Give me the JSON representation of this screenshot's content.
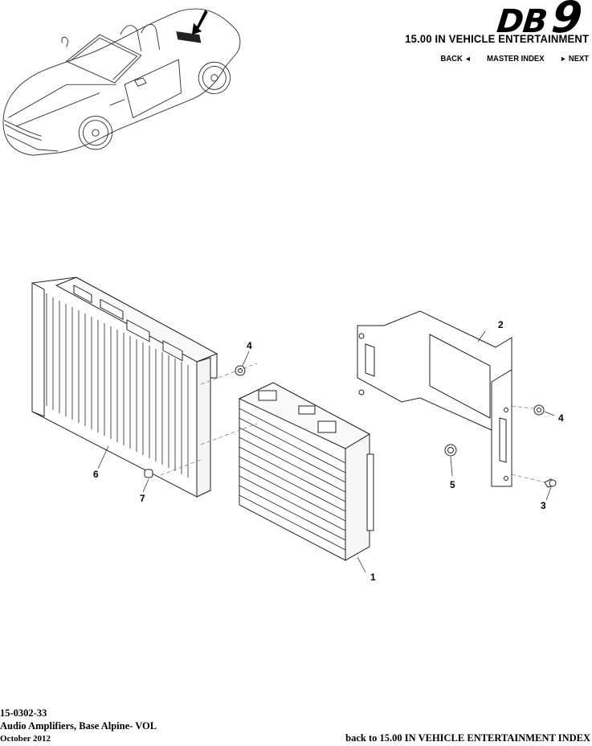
{
  "header": {
    "logo_db": "DB",
    "logo_nine": "9",
    "section_title": "15.00 IN VEHICLE ENTERTAINMENT",
    "nav": {
      "back": "BACK",
      "back_arrow": "◄",
      "master_index": "MASTER INDEX",
      "next_arrow": "►",
      "next": "NEXT"
    }
  },
  "diagram": {
    "locator_image": "car-locator-illustration",
    "callouts": [
      {
        "id": "1",
        "label": "1"
      },
      {
        "id": "2",
        "label": "2"
      },
      {
        "id": "3",
        "label": "3"
      },
      {
        "id": "4a",
        "label": "4"
      },
      {
        "id": "4b",
        "label": "4"
      },
      {
        "id": "5",
        "label": "5"
      },
      {
        "id": "6",
        "label": "6"
      },
      {
        "id": "7",
        "label": "7"
      }
    ]
  },
  "footer": {
    "code": "15-0302-33",
    "title": "Audio Amplifiers, Base Alpine- VOL",
    "date": "October 2012",
    "back_link": "back to 15.00 IN VEHICLE ENTERTAINMENT INDEX"
  }
}
